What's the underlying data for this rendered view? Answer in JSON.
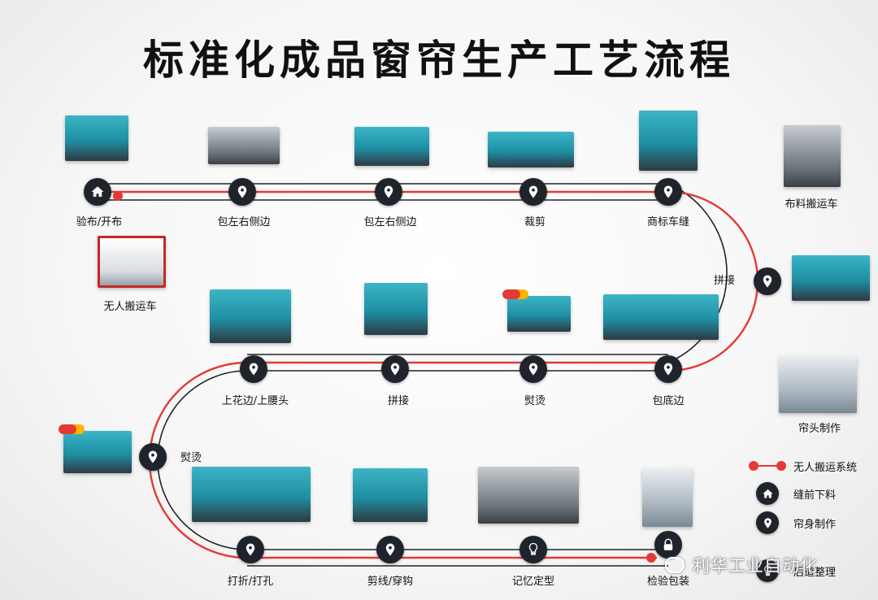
{
  "title": "标准化成品窗帘生产工艺流程",
  "colors": {
    "red_line": "#e53935",
    "dark_line": "#222222",
    "node_fill": "#1f242c"
  },
  "steps": {
    "s1": {
      "label": "验布/开布",
      "icon": "home-icon"
    },
    "s2": {
      "label": "包左右侧边",
      "icon": "location-pin-icon"
    },
    "s3": {
      "label": "包左右侧边",
      "icon": "location-pin-icon"
    },
    "s4": {
      "label": "裁剪",
      "icon": "location-pin-icon"
    },
    "s5": {
      "label": "商标车缝",
      "icon": "location-pin-icon"
    },
    "s6": {
      "label": "拼接",
      "icon": "location-pin-icon"
    },
    "s7": {
      "label": "包底边",
      "icon": "location-pin-icon"
    },
    "s8": {
      "label": "熨烫",
      "icon": "location-pin-icon"
    },
    "s9": {
      "label": "拼接",
      "icon": "location-pin-icon"
    },
    "s10": {
      "label": "上花边/上腰头",
      "icon": "location-pin-icon"
    },
    "s11": {
      "label": "熨烫",
      "icon": "location-pin-icon"
    },
    "s12": {
      "label": "打折/打孔",
      "icon": "location-pin-icon"
    },
    "s13": {
      "label": "剪线/穿钩",
      "icon": "location-pin-icon"
    },
    "s14": {
      "label": "记忆定型",
      "icon": "bulb-icon"
    },
    "s15": {
      "label": "检验包装",
      "icon": "lock-icon"
    }
  },
  "side_labels": {
    "fabric_cart": "布料搬运车",
    "agv": "无人搬运车",
    "header_making": "帘头制作"
  },
  "legend": {
    "agv_system": "无人搬运系统",
    "pre_sewing": "缝前下料",
    "body_making": "帘身制作",
    "rear_finish": "后道整理"
  },
  "watermark": "利华工业自动化"
}
